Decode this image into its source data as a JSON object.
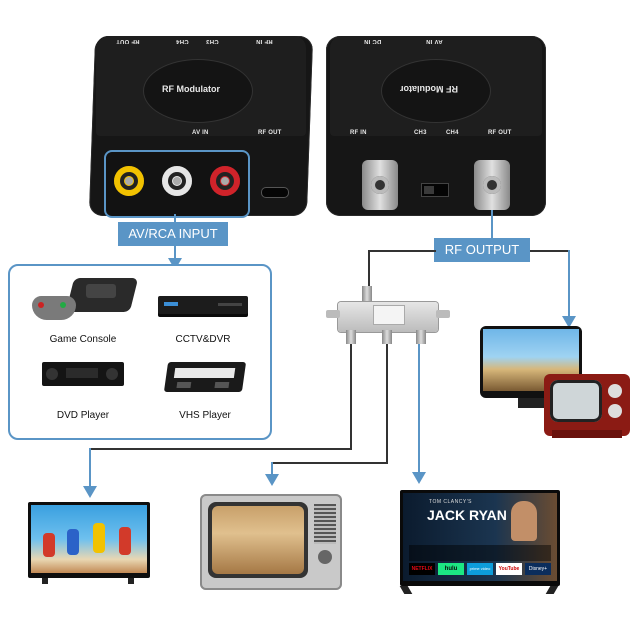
{
  "left_device": {
    "brand_label": "RF Modulator",
    "top_labels": [
      "RF OUT",
      "CH4",
      "CH3",
      "RF IN"
    ],
    "front_labels": {
      "av_in": "AV IN",
      "rf_out": "RF OUT"
    }
  },
  "right_device": {
    "brand_label": "RF Modulator",
    "top_labels": [
      "DC IN",
      "AV IN"
    ],
    "front_labels": [
      "RF IN",
      "CH3",
      "CH4",
      "RF OUT"
    ]
  },
  "callouts": {
    "input": "AV/RCA INPUT",
    "output": "RF OUTPUT"
  },
  "sources": [
    {
      "label": "Game Console"
    },
    {
      "label": "CCTV&DVR"
    },
    {
      "label": "DVD Player"
    },
    {
      "label": "VHS Player"
    }
  ],
  "tv_center": {
    "title": "TOM CLANCY'S",
    "show": "JACK RYAN",
    "apps": [
      "NETFLIX",
      "hulu",
      "prime video",
      "YouTube",
      "Disney+"
    ]
  },
  "colors": {
    "accent": "#5a95c6",
    "rca_yellow": "#f2c200",
    "rca_white": "#e6e6e6",
    "rca_red": "#d0232a"
  }
}
